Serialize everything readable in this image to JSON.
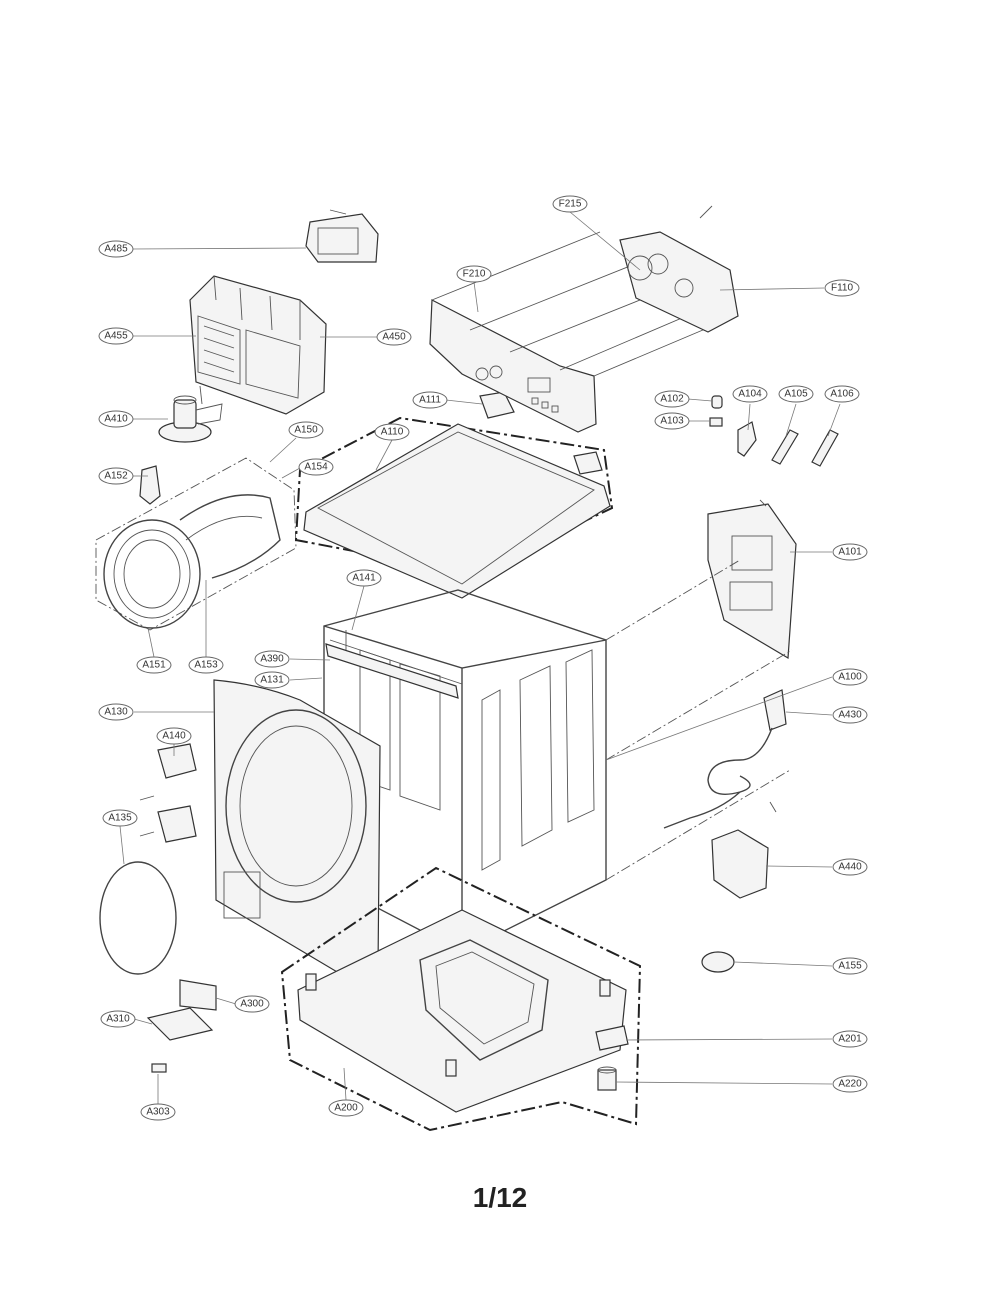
{
  "page": {
    "number": "1/12"
  },
  "labels": {
    "A485": "A485",
    "A455": "A455",
    "A450": "A450",
    "A410": "A410",
    "A150": "A150",
    "A152": "A152",
    "A154": "A154",
    "A151": "A151",
    "A153": "A153",
    "A110": "A110",
    "A111": "A111",
    "A141": "A141",
    "A390": "A390",
    "A131": "A131",
    "A130": "A130",
    "A140": "A140",
    "A135": "A135",
    "A310": "A310",
    "A300": "A300",
    "A303": "A303",
    "A200": "A200",
    "F215": "F215",
    "F210": "F210",
    "F110": "F110",
    "A102": "A102",
    "A103": "A103",
    "A104": "A104",
    "A105": "A105",
    "A106": "A106",
    "A101": "A101",
    "A100": "A100",
    "A430": "A430",
    "A440": "A440",
    "A155": "A155",
    "A201": "A201",
    "A220": "A220"
  }
}
